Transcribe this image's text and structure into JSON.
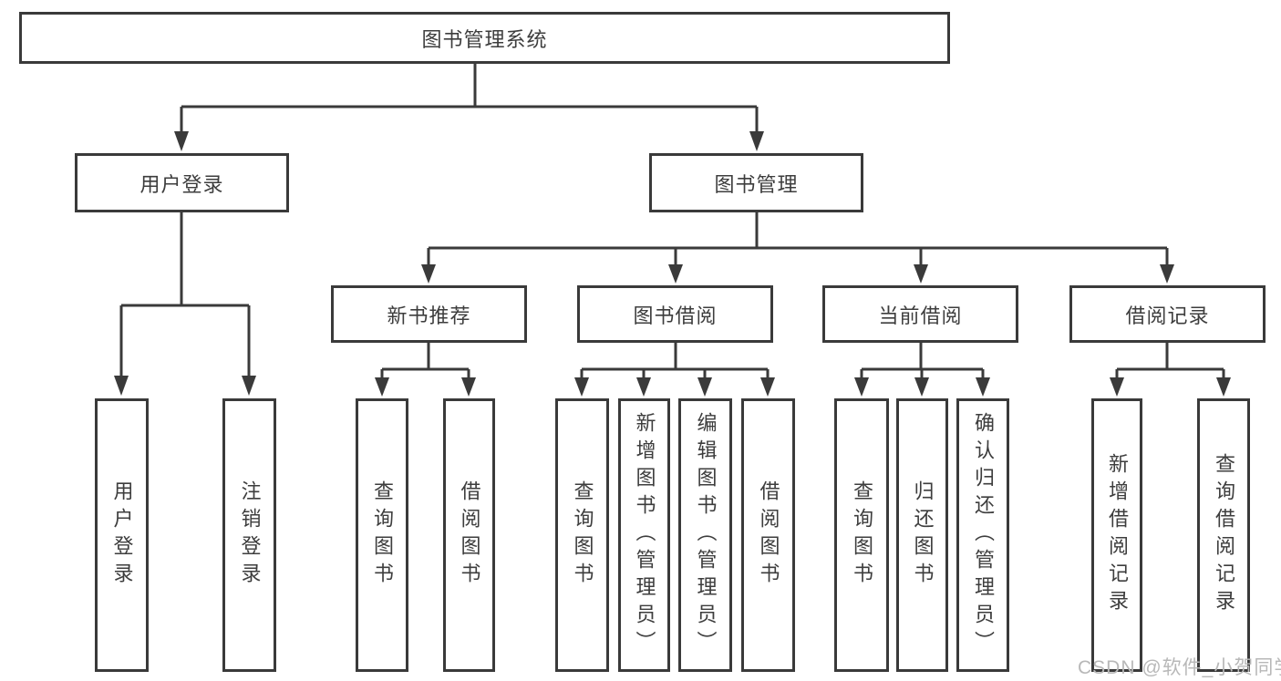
{
  "root": {
    "label": "图书管理系统"
  },
  "branches": {
    "user_login": {
      "label": "用户登录",
      "children": [
        {
          "label": "用户登录"
        },
        {
          "label": "注销登录"
        }
      ]
    },
    "book_management": {
      "label": "图书管理",
      "children": [
        {
          "label": "新书推荐",
          "children": [
            {
              "label": "查询图书"
            },
            {
              "label": "借阅图书"
            }
          ]
        },
        {
          "label": "图书借阅",
          "children": [
            {
              "label": "查询图书"
            },
            {
              "label": "新增图书（管理员）"
            },
            {
              "label": "编辑图书（管理员）"
            },
            {
              "label": "借阅图书"
            }
          ]
        },
        {
          "label": "当前借阅",
          "children": [
            {
              "label": "查询图书"
            },
            {
              "label": "归还图书"
            },
            {
              "label": "确认归还（管理员）"
            }
          ]
        },
        {
          "label": "借阅记录",
          "children": [
            {
              "label": "新增借阅记录"
            },
            {
              "label": "查询借阅记录"
            }
          ]
        }
      ]
    }
  },
  "watermark": {
    "text": "CSDN @软件_小贺同学"
  },
  "colors": {
    "line": "#3a3a3a",
    "text": "#3d3d3d",
    "watermark_gray": "#b8b8b8",
    "background": "#ffffff"
  }
}
